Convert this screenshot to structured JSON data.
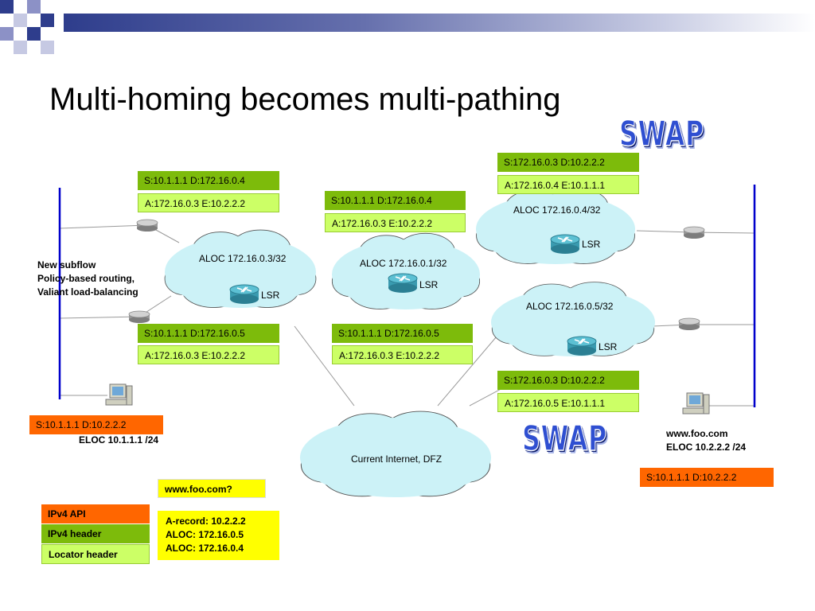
{
  "slide": {
    "title": "Multi-homing becomes multi-pathing"
  },
  "swap_labels": [
    "SWAP",
    "SWAP"
  ],
  "clouds": {
    "aloc_03": "ALOC 172.16.0.3/32",
    "aloc_01": "ALOC 172.16.0.1/32",
    "aloc_04": "ALOC 172.16.0.4/32",
    "aloc_05": "ALOC 172.16.0.5/32",
    "internet": "Current Internet, DFZ"
  },
  "lsr_label": "LSR",
  "left_note": {
    "line1": "New subflow",
    "line2": "Policy-based routing,",
    "line3": "Valiant load-balancing"
  },
  "headers": {
    "top_left": {
      "sd": "S:10.1.1.1 D:172.16.0.4",
      "ae": "A:172.16.0.3 E:10.2.2.2"
    },
    "top_mid": {
      "sd": "S:10.1.1.1 D:172.16.0.4",
      "ae": "A:172.16.0.3 E:10.2.2.2"
    },
    "top_right": {
      "sd": "S:172.16.0.3 D:10.2.2.2",
      "ae": "A:172.16.0.4 E:10.1.1.1"
    },
    "bottom_left": {
      "sd": "S:10.1.1.1 D:172.16.0.5",
      "ae": "A:172.16.0.3 E:10.2.2.2"
    },
    "bottom_mid": {
      "sd": "S:10.1.1.1 D:172.16.0.5",
      "ae": "A:172.16.0.3 E:10.2.2.2"
    },
    "bottom_right": {
      "sd": "S:172.16.0.3 D:10.2.2.2",
      "ae": "A:172.16.0.5 E:10.1.1.1"
    }
  },
  "left_host": {
    "packet": "S:10.1.1.1 D:10.2.2.2",
    "eloc": "ELOC 10.1.1.1 /24"
  },
  "right_host": {
    "name": "www.foo.com",
    "eloc": "ELOC 10.2.2.2 /24",
    "packet": "S:10.1.1.1 D:10.2.2.2"
  },
  "legend": {
    "ipv4_api": "IPv4 API",
    "ipv4_header": "IPv4 header",
    "locator_header": "Locator header"
  },
  "dns": {
    "query": "www.foo.com?",
    "answers": [
      "A-record: 10.2.2.2",
      "ALOC: 172.16.0.5",
      "ALOC: 172.16.0.4"
    ]
  },
  "colors": {
    "accent_blue": "#2e3d8c",
    "dark_green": "#7dbb0b",
    "light_green": "#ccff66",
    "orange": "#ff6600",
    "yellow": "#ffff00",
    "cloud_fill": "#ccf2f7",
    "router_teal": "#3a9bb0"
  }
}
